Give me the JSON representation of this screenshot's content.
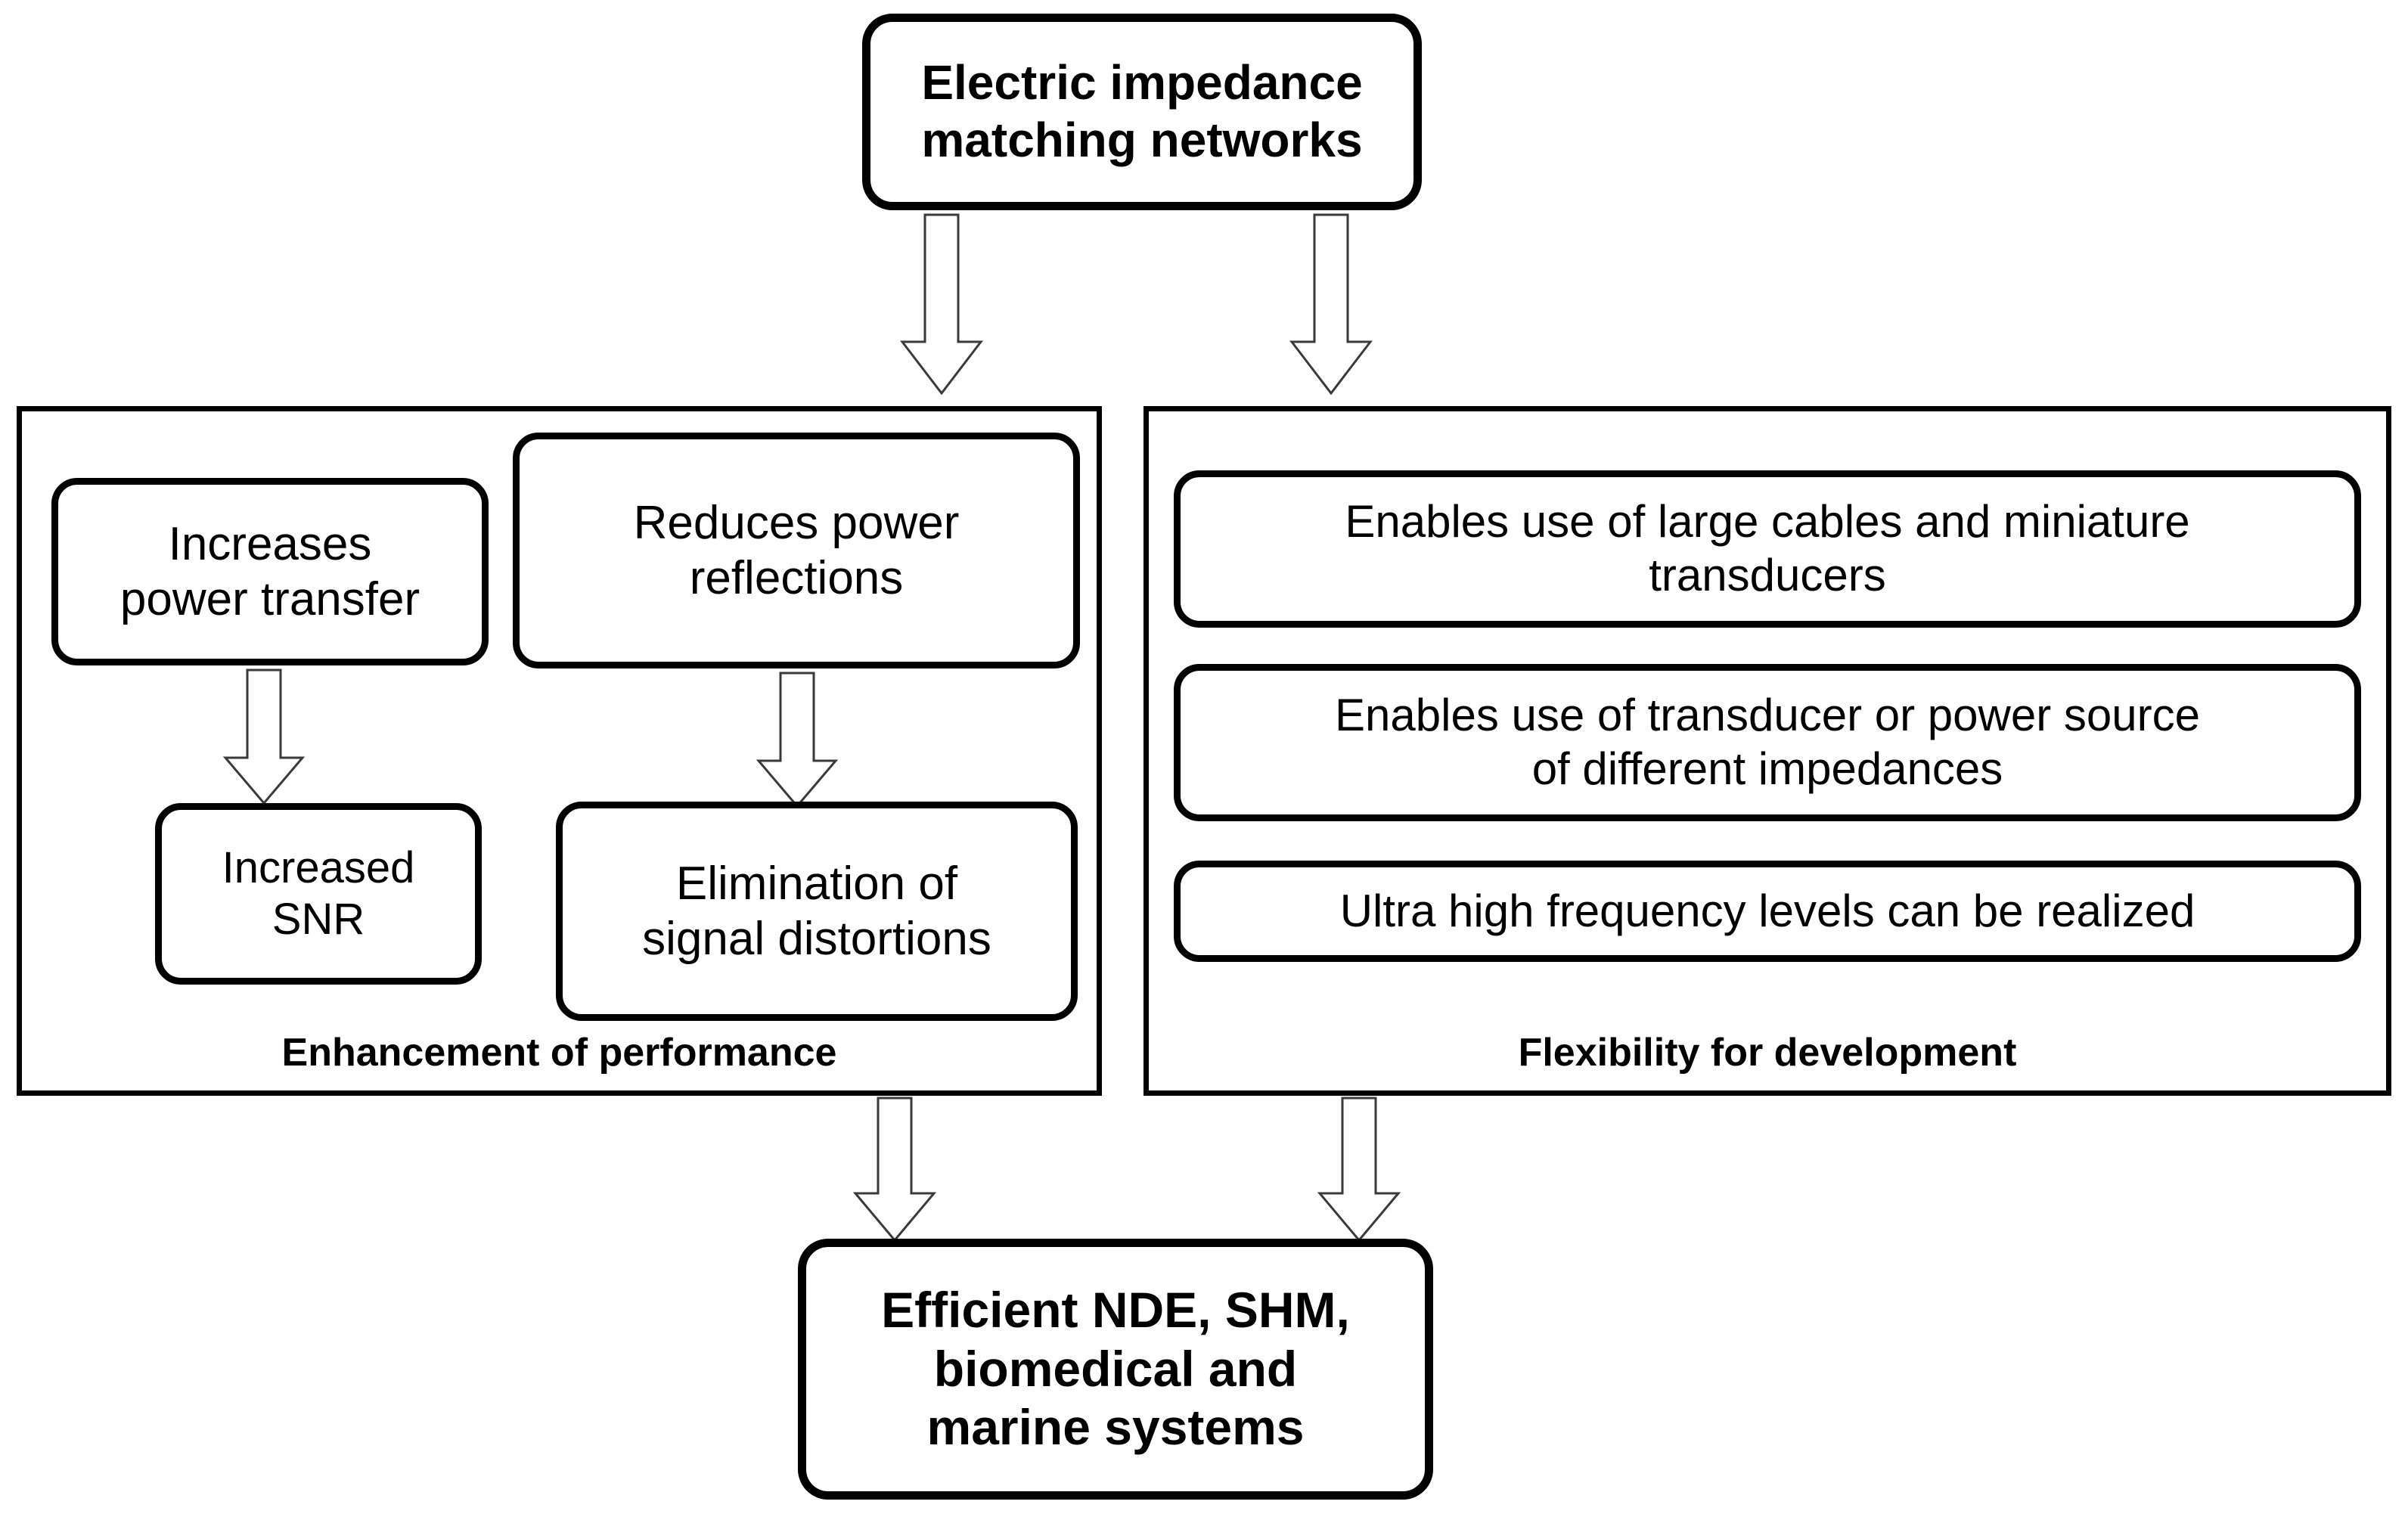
{
  "diagram": {
    "title_node": {
      "label": "Electric impedance matching networks",
      "lines": [
        "Electric impedance",
        "matching networks"
      ]
    },
    "groups": [
      {
        "caption": "Enhancement of performance",
        "nodes": [
          {
            "id": "increases-power-transfer",
            "lines": [
              "Increases",
              "power transfer"
            ]
          },
          {
            "id": "reduces-power-reflections",
            "lines": [
              "Reduces power",
              "reflections"
            ]
          },
          {
            "id": "increased-snr",
            "lines": [
              "Increased",
              "SNR"
            ]
          },
          {
            "id": "elimination-of-signal-distortions",
            "lines": [
              "Elimination of",
              "signal distortions"
            ]
          }
        ]
      },
      {
        "caption": "Flexibility for development",
        "nodes": [
          {
            "id": "large-cables-miniature-transducers",
            "lines": [
              "Enables use of large cables and miniature",
              "transducers"
            ]
          },
          {
            "id": "different-impedances",
            "lines": [
              "Enables use of transducer or power source",
              "of different impedances"
            ]
          },
          {
            "id": "ultra-high-frequency",
            "lines": [
              "Ultra high frequency levels can be realized"
            ]
          }
        ]
      }
    ],
    "outcome_node": {
      "label": "Efficient NDE, SHM, biomedical and marine systems",
      "lines": [
        "Efficient NDE, SHM,",
        "biomedical and",
        "marine systems"
      ]
    },
    "colors": {
      "node_border": "#000000",
      "panel_border": "#000000",
      "arrow_fill": "#ffffff",
      "arrow_stroke": "#3a3a3a",
      "text": "#000000",
      "background": "#ffffff"
    },
    "flow_type": "top-down block-arrow flow chart"
  }
}
